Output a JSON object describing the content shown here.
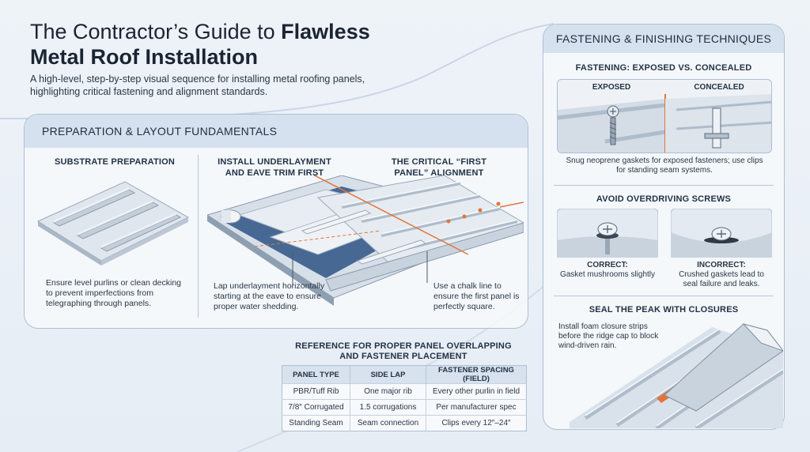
{
  "title": {
    "line1_light": "The Contractor’s Guide to ",
    "line1_bold": "Flawless",
    "line2_bold": "Metal Roof Installation"
  },
  "subtitle": "A high-level, step-by-step visual sequence for installing metal roofing panels, highlighting critical fastening and alignment standards.",
  "prep": {
    "heading": "PREPARATION & LAYOUT FUNDAMENTALS",
    "substrate": {
      "title": "SUBSTRATE PREPARATION",
      "text": "Ensure level purlins or clean decking to prevent imperfections from telegraphing through panels."
    },
    "underlayment": {
      "title_line1": "INSTALL UNDERLAYMENT",
      "title_line2": "AND EAVE TRIM FIRST",
      "text": "Lap underlayment horizontally starting at the eave to ensure proper water shedding."
    },
    "first_panel": {
      "title_line1": "THE CRITICAL “FIRST",
      "title_line2": "PANEL” ALIGNMENT",
      "text": "Use a chalk line to ensure the first panel is perfectly square."
    }
  },
  "table": {
    "title_line1": "REFERENCE FOR PROPER PANEL OVERLAPPING",
    "title_line2": "AND FASTENER PLACEMENT",
    "headers": [
      "PANEL TYPE",
      "SIDE LAP",
      "FASTENER SPACING (FIELD)"
    ],
    "rows": [
      [
        "PBR/Tuff Rib",
        "One major rib",
        "Every other purlin in field"
      ],
      [
        "7/8″ Corrugated",
        "1.5 corrugations",
        "Per manufacturer spec"
      ],
      [
        "Standing Seam",
        "Seam connection",
        "Clips every 12″–24″"
      ]
    ]
  },
  "fastening": {
    "heading": "FASTENING & FINISHING TECHNIQUES",
    "exposed_vs_concealed": {
      "title": "FASTENING: EXPOSED VS. CONCEALED",
      "label_exposed": "EXPOSED",
      "label_concealed": "CONCEALED",
      "caption": "Snug neoprene gaskets for exposed fasteners; use clips for standing seam systems."
    },
    "overdriving": {
      "title": "AVOID OVERDRIVING SCREWS",
      "correct_label": "CORRECT:",
      "correct_text": "Gasket mushrooms slightly",
      "incorrect_label": "INCORRECT:",
      "incorrect_text": "Crushed gaskets lead to seal failure and leaks."
    },
    "peak": {
      "title": "SEAL THE PEAK WITH CLOSURES",
      "text": "Install foam closure strips before the ridge cap to block wind-driven rain."
    }
  },
  "colors": {
    "accent_orange": "#e2743a",
    "panel_header": "#d5e1ee",
    "underlayment_blue": "#3c5d8c",
    "metal": "#c9d3de"
  }
}
